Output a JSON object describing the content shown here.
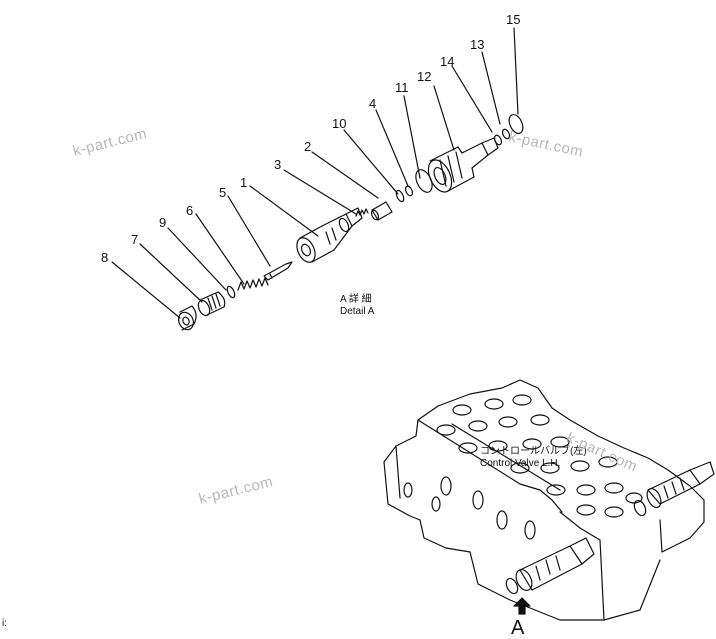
{
  "callouts": [
    "1",
    "2",
    "3",
    "4",
    "5",
    "6",
    "7",
    "8",
    "9",
    "10",
    "11",
    "12",
    "13",
    "14",
    "15"
  ],
  "detail_caption": {
    "jp": "A 詳 細",
    "en": "Detail  A"
  },
  "valve_label": {
    "jp": "コントロールバルブ(左)",
    "en": "Control Valve L.H."
  },
  "view_marker": "A",
  "watermark": "k-part.com",
  "corner_mark": "i:"
}
